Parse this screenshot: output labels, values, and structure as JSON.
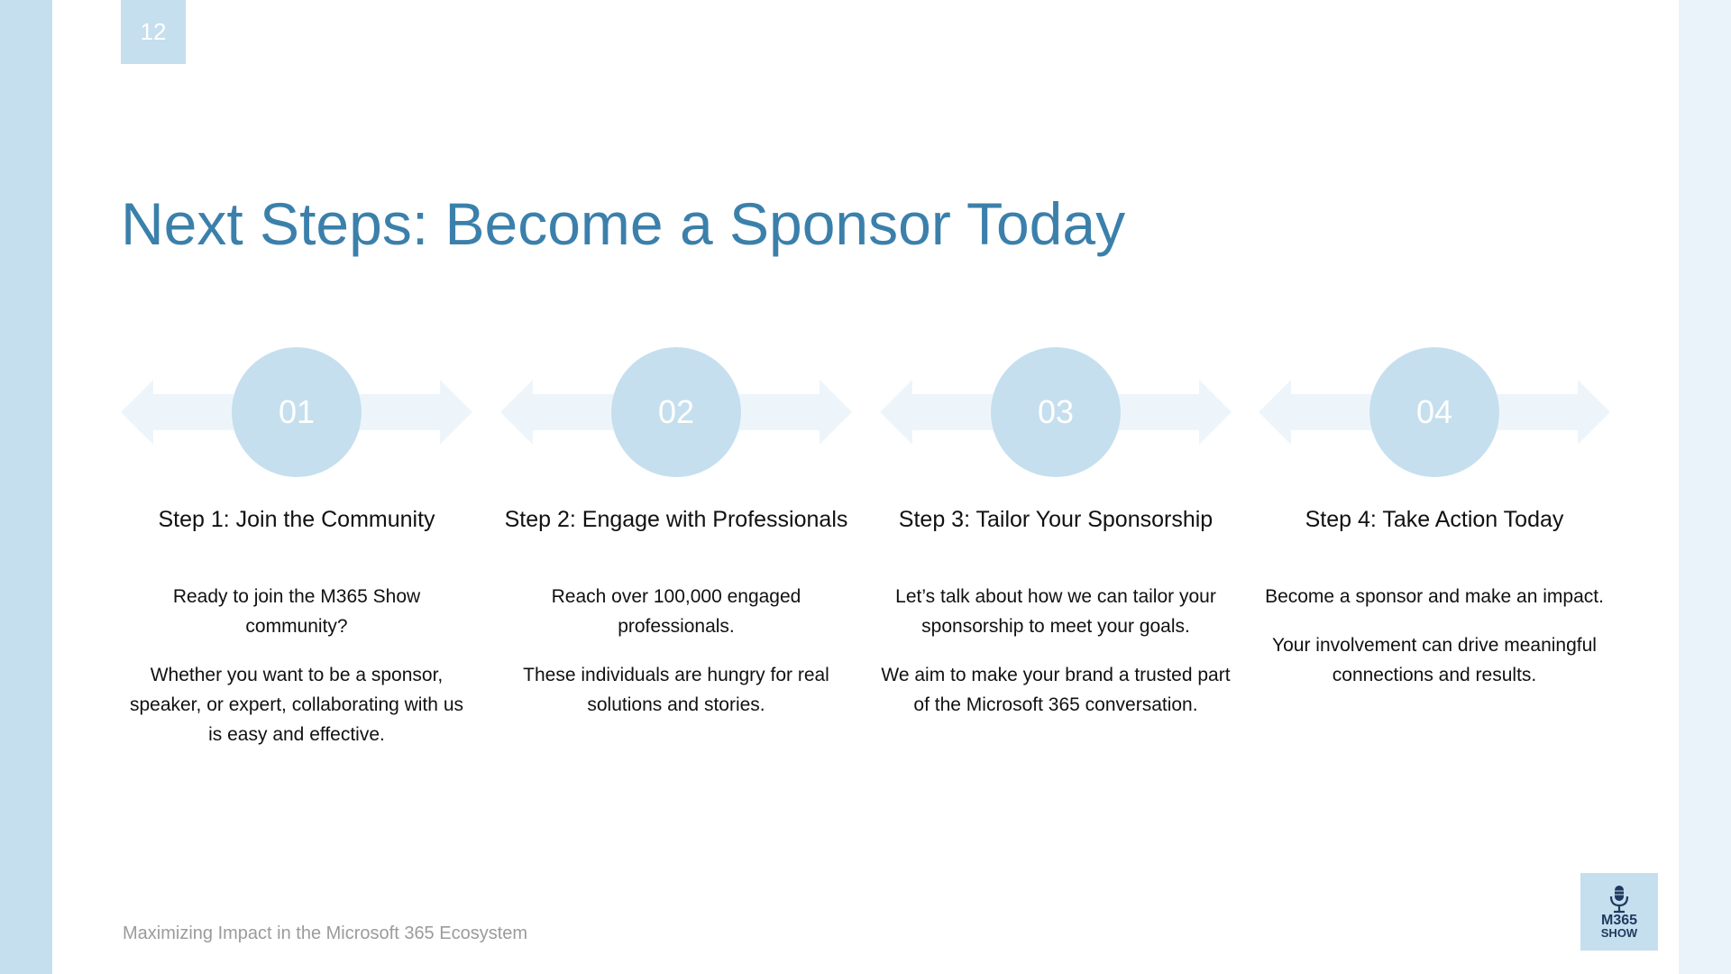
{
  "page": {
    "number": "12",
    "title": "Next Steps: Become a Sponsor Today",
    "footer": "Maximizing Impact in the Microsoft 365 Ecosystem"
  },
  "logo": {
    "line1": "M365",
    "line2": "SHOW",
    "icon": "microphone-icon"
  },
  "colors": {
    "accent": "#3b80ab",
    "light_band": "#c5dfee",
    "pale_band": "#eaf3fa",
    "arrow": "#edf5fb"
  },
  "steps": [
    {
      "number": "01",
      "title": "Step 1: Join the Community",
      "paragraphs": [
        "Ready to join the M365 Show community?",
        "Whether you want to be a sponsor, speaker, or expert, collaborating with us is easy and effective."
      ]
    },
    {
      "number": "02",
      "title": "Step 2: Engage with Professionals",
      "paragraphs": [
        "Reach over 100,000 engaged professionals.",
        "These individuals are hungry for real solutions and stories."
      ]
    },
    {
      "number": "03",
      "title": "Step 3: Tailor Your Sponsorship",
      "paragraphs": [
        "Let’s talk about how we can tailor your sponsorship to meet your goals.",
        "We aim to make your brand a trusted part of the Microsoft 365 conversation."
      ]
    },
    {
      "number": "04",
      "title": "Step 4: Take Action Today",
      "paragraphs": [
        "Become a sponsor and make an impact.",
        "Your involvement can drive meaningful connections and results."
      ]
    }
  ]
}
